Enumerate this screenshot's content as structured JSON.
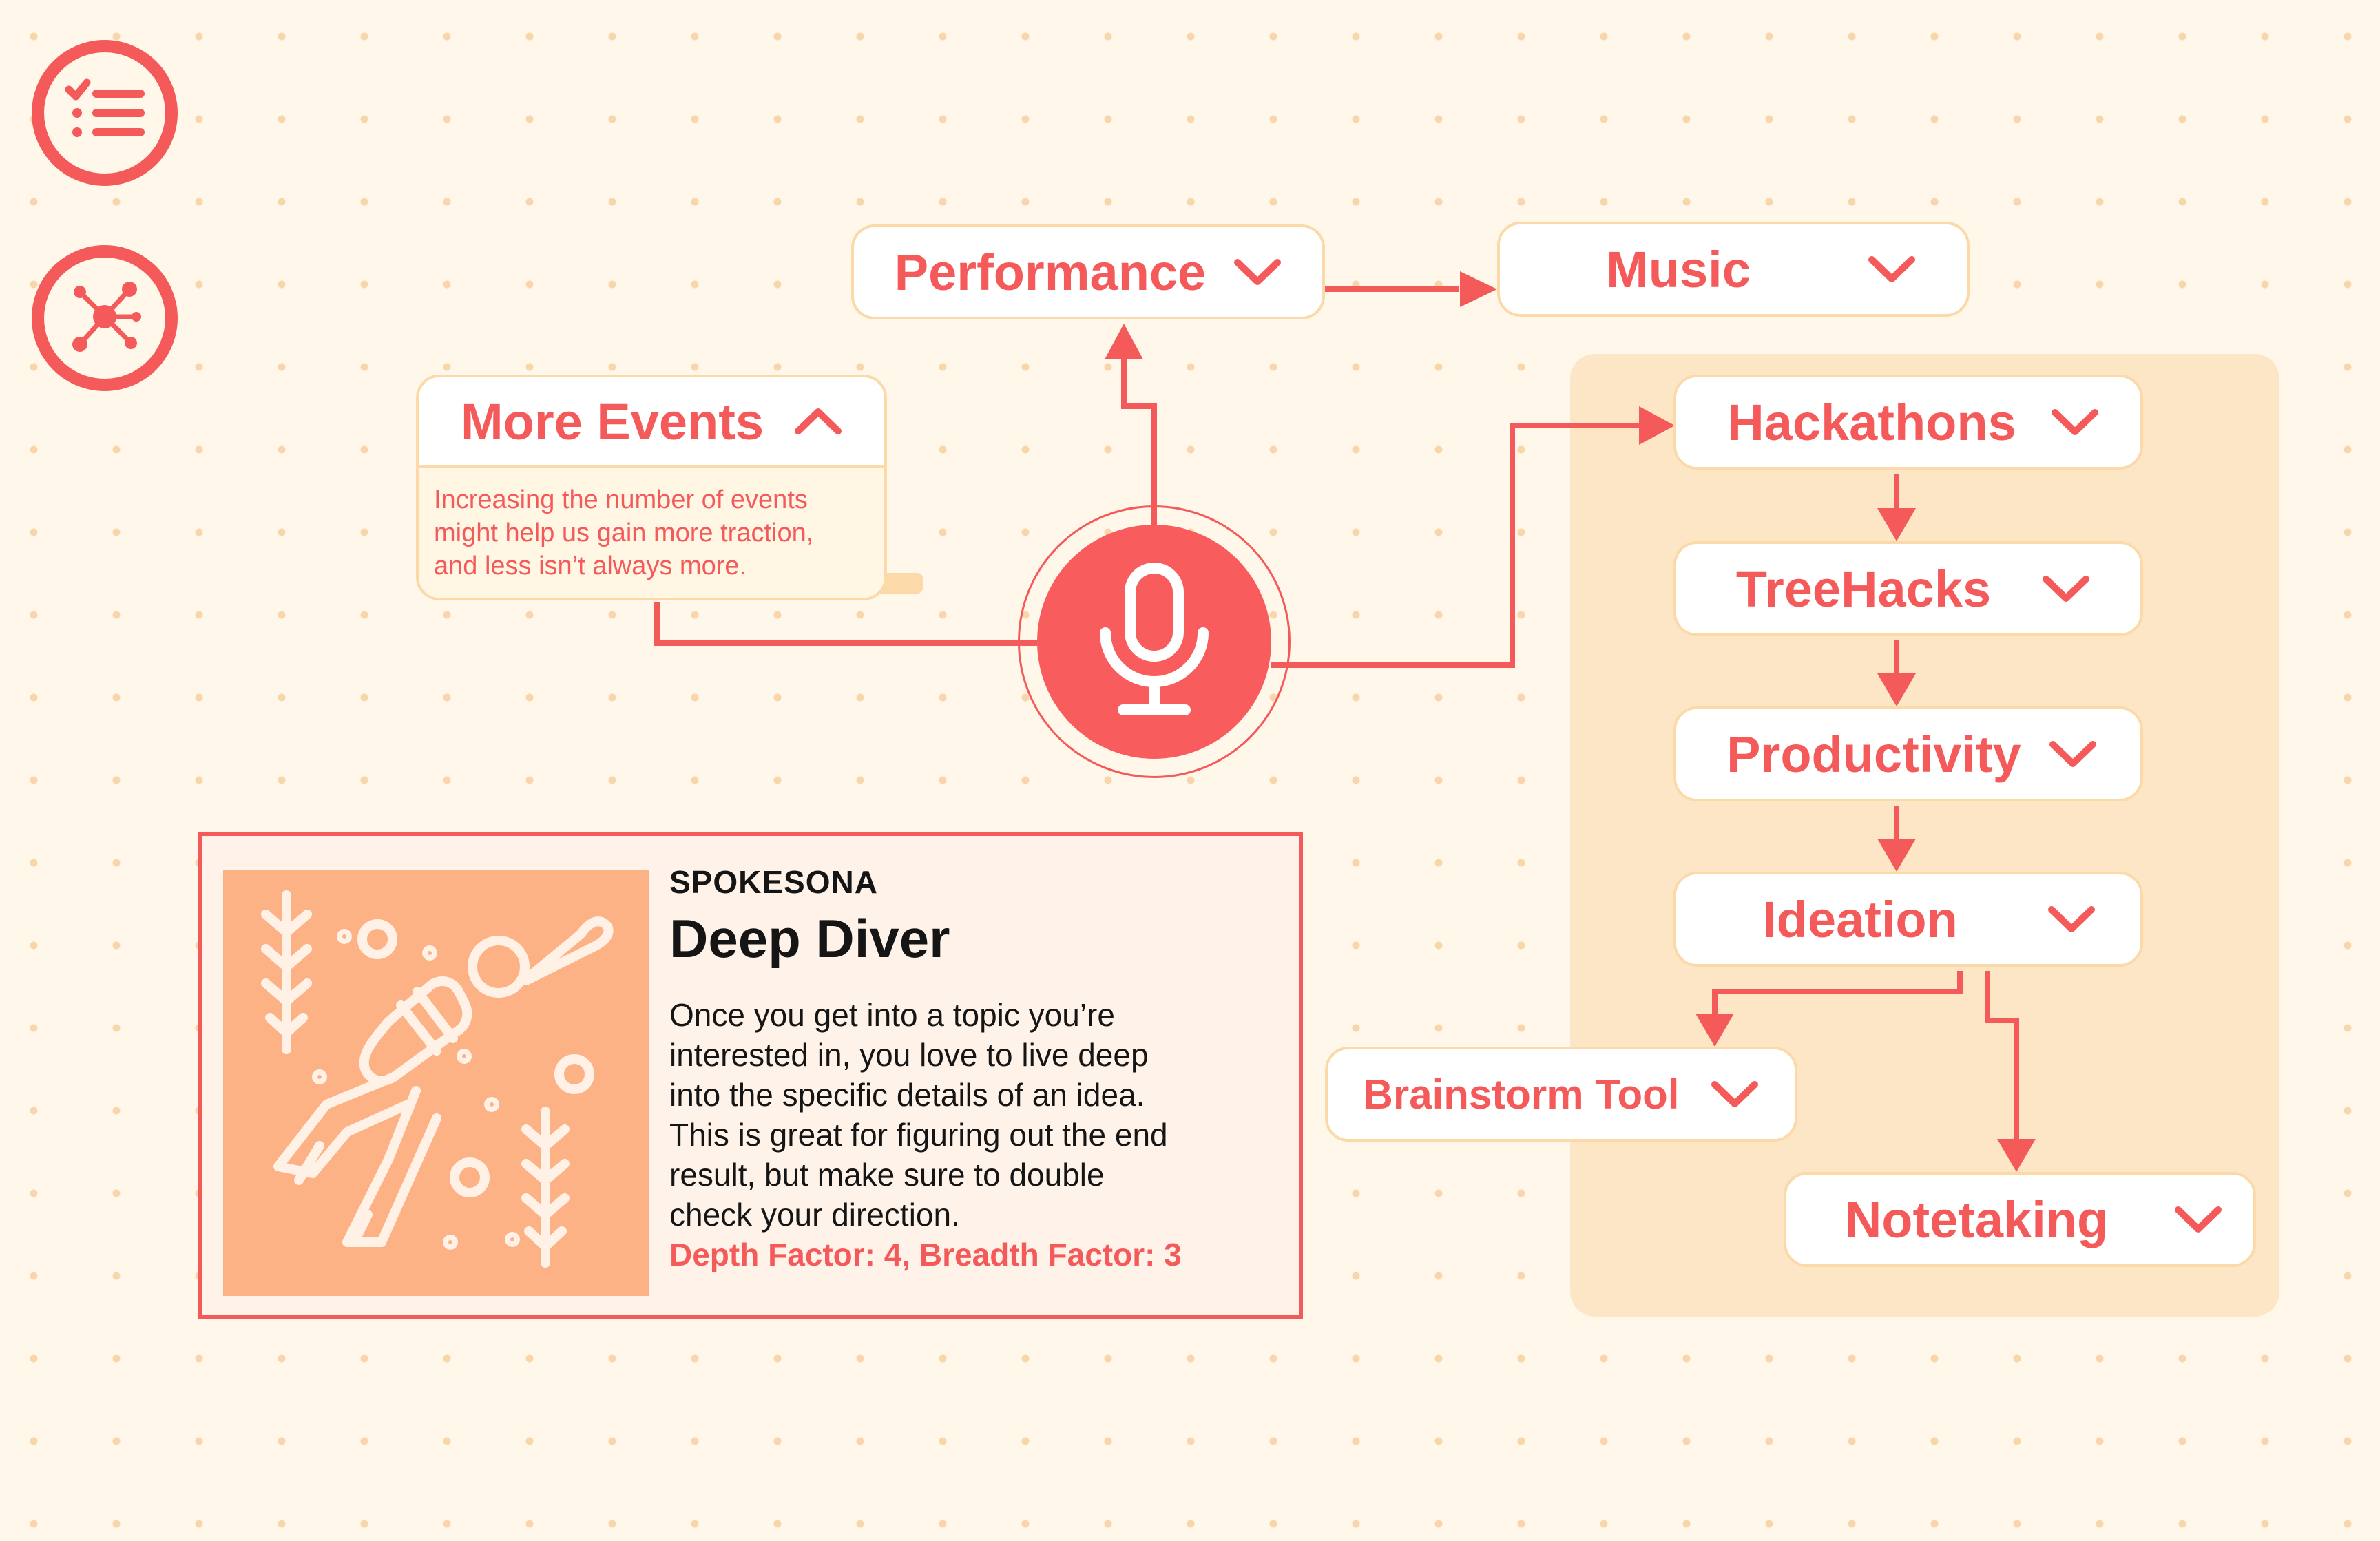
{
  "sidebar": {
    "buttons": [
      {
        "icon": "checklist-icon"
      },
      {
        "icon": "network-icon"
      }
    ]
  },
  "colors": {
    "accent": "#f55a5a",
    "node_border": "#fbd9a9",
    "group_bg": "#fde6c6",
    "card_image_bg": "#fdb286",
    "background": "#fff7ea"
  },
  "center": {
    "icon": "microphone-icon"
  },
  "nodes": {
    "performance": {
      "label": "Performance",
      "state": "collapsed"
    },
    "music": {
      "label": "Music",
      "state": "collapsed"
    },
    "more_events": {
      "label": "More Events",
      "state": "expanded",
      "description": [
        "Increasing the number of events",
        "might help us gain more traction,",
        "and less isn’t always more."
      ]
    },
    "hackathons": {
      "label": "Hackathons",
      "state": "collapsed"
    },
    "treehacks": {
      "label": "TreeHacks",
      "state": "collapsed"
    },
    "productivity": {
      "label": "Productivity",
      "state": "collapsed"
    },
    "ideation": {
      "label": "Ideation",
      "state": "collapsed"
    },
    "brainstorm_tool": {
      "label": "Brainstorm Tool",
      "state": "collapsed"
    },
    "notetaking": {
      "label": "Notetaking",
      "state": "collapsed"
    }
  },
  "spokesona": {
    "kicker": "SPOKESONA",
    "title": "Deep Diver",
    "image_icon": "diver-illustration",
    "description": [
      "Once you get into a topic you’re",
      "interested in, you love to live deep",
      "into the specific details of an idea.",
      "This is great for figuring out the end",
      "result, but make sure to double",
      "check your direction."
    ],
    "factors": "Depth Factor: 4, Breadth Factor: 3"
  }
}
